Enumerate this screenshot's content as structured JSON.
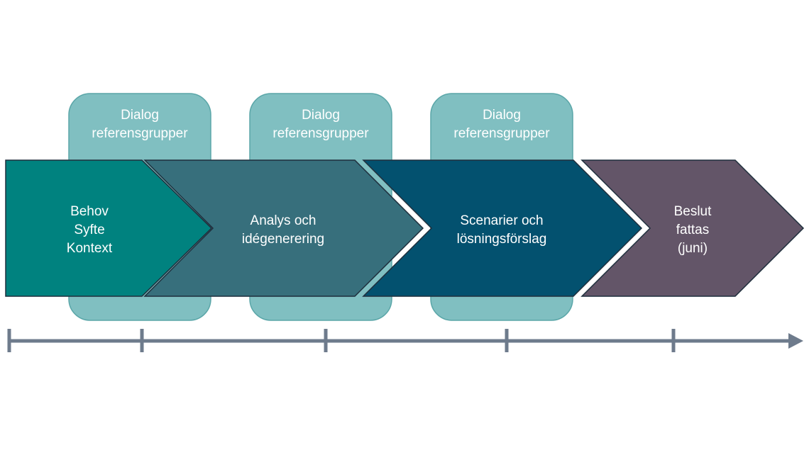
{
  "colors": {
    "card": "#80bfc1",
    "card_edge": "#5aa6a8",
    "stage1": "#00827f",
    "stage2": "#376f7c",
    "stage3": "#03516f",
    "stage4": "#635568",
    "outline": "#1f2f3d",
    "timeline": "#6e7b8c"
  },
  "cards": [
    {
      "label": [
        "Dialog",
        "referensgrupper"
      ]
    },
    {
      "label": [
        "Dialog",
        "referensgrupper"
      ]
    },
    {
      "label": [
        "Dialog",
        "referensgrupper"
      ]
    }
  ],
  "stages": [
    {
      "lines": [
        "Behov",
        "Syfte",
        "Kontext"
      ]
    },
    {
      "lines": [
        "Analys och",
        "idégenerering"
      ]
    },
    {
      "lines": [
        "Scenarier och",
        "lösningsförslag"
      ]
    },
    {
      "lines": [
        "Beslut",
        "fattas",
        "(juni)"
      ]
    }
  ],
  "timeline": {
    "tick_count": 5,
    "arrow": "arrow-right-icon"
  }
}
